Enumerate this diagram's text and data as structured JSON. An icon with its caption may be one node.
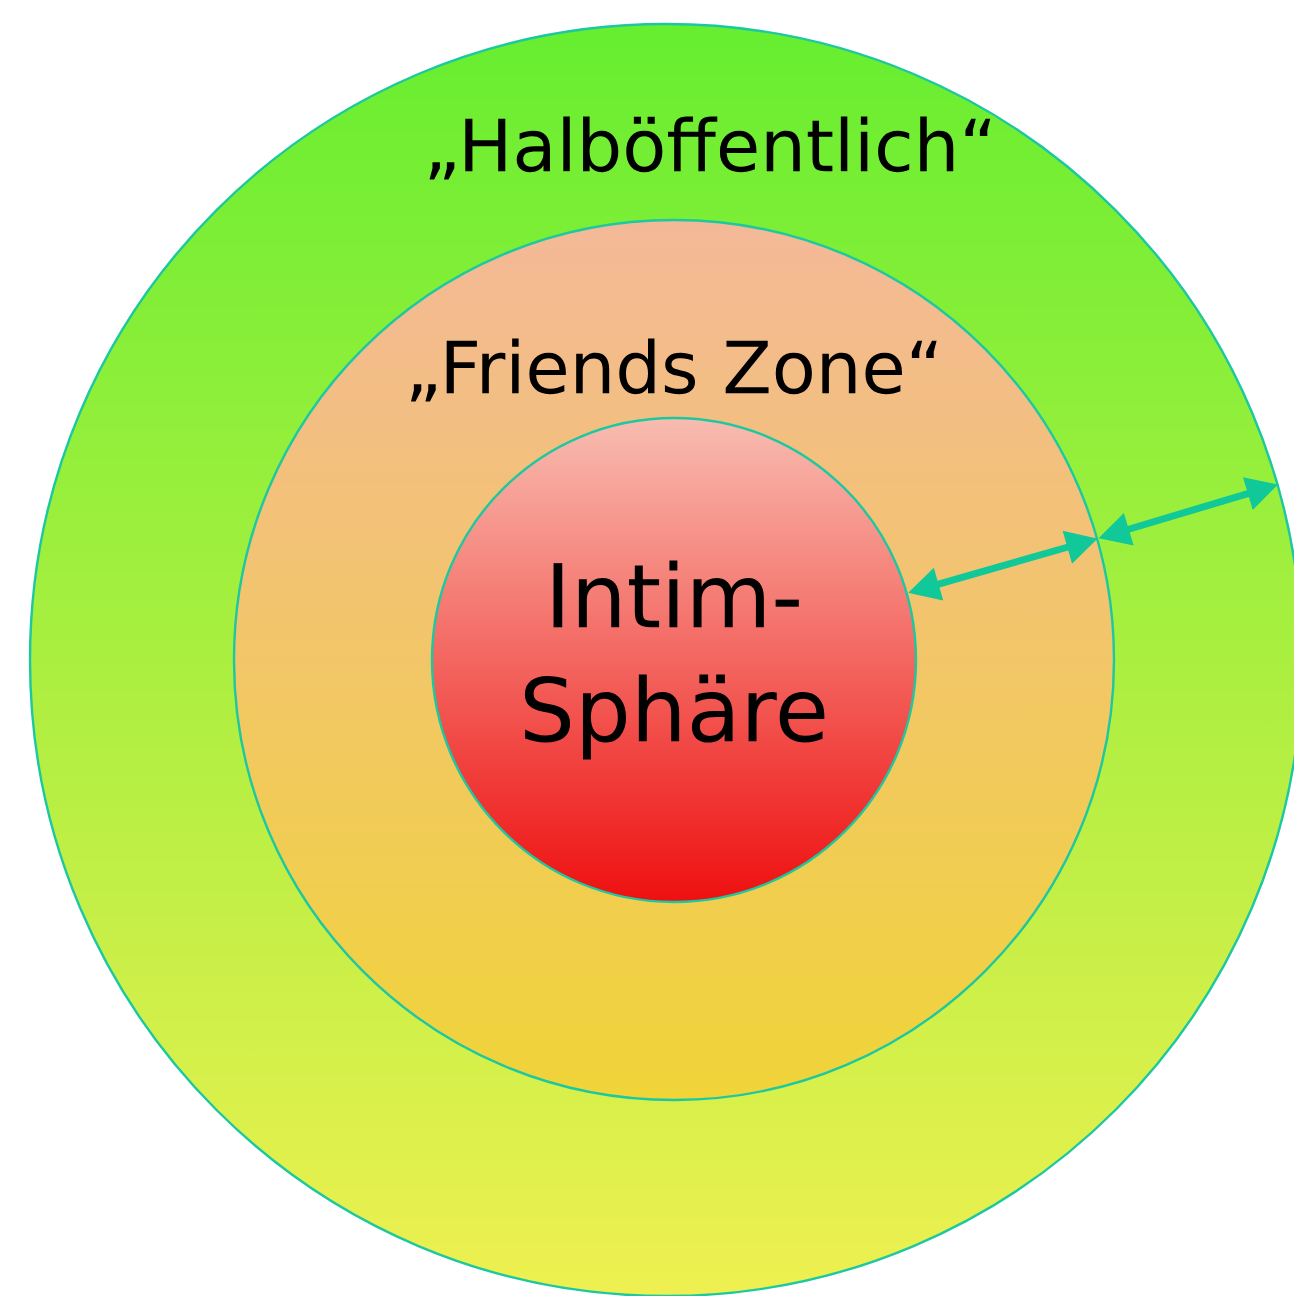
{
  "diagram": {
    "nodes": [
      {
        "text": [
          "„Halböffentlich“"
        ]
      },
      {
        "text": [
          "„Friends Zone“"
        ],
        "in": 0
      },
      {
        "text": [
          "Intim- Sphäre"
        ],
        "in": 1
      }
    ],
    "edges": [
      {
        "from": 2,
        "to": 1,
        "arrow": "both"
      },
      {
        "from": 1,
        "to": 0,
        "arrow": "both"
      }
    ]
  }
}
